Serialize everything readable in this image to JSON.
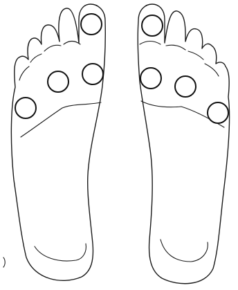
{
  "diagram": {
    "feet": [
      {
        "side": "left",
        "markers": [
          {
            "region": "big-toe"
          },
          {
            "region": "ball-inner"
          },
          {
            "region": "ball-middle"
          },
          {
            "region": "ball-outer"
          }
        ]
      },
      {
        "side": "right",
        "markers": [
          {
            "region": "big-toe"
          },
          {
            "region": "ball-inner"
          },
          {
            "region": "ball-middle"
          },
          {
            "region": "ball-outer"
          }
        ]
      }
    ],
    "colors": {
      "line": "#1a1a1a",
      "marker_stroke": "#111111",
      "background": "#ffffff"
    }
  }
}
